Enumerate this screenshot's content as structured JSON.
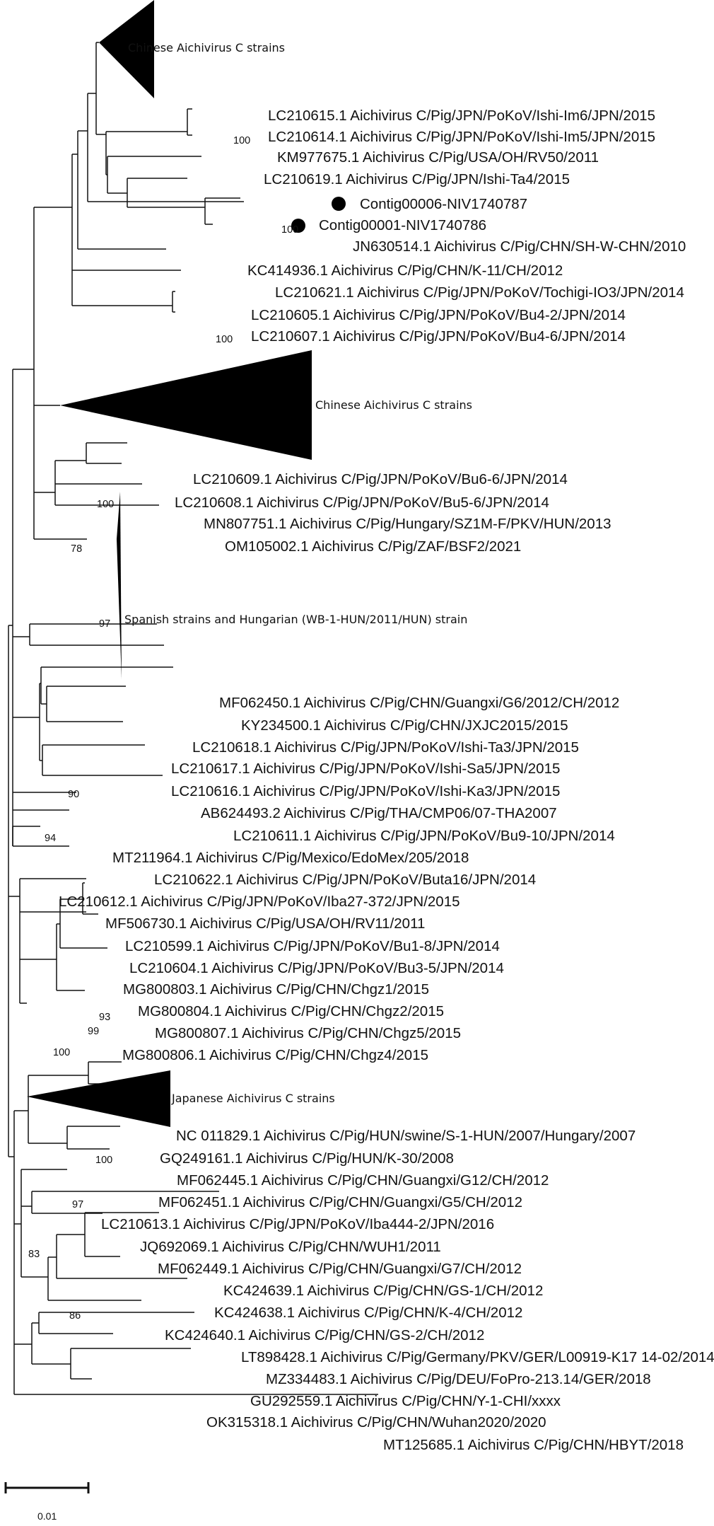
{
  "collapsed_clades": [
    {
      "label": "Chinese Aichivirus C strains"
    },
    {
      "label": "Chinese Aichivirus C strains"
    },
    {
      "label": "Spanish strains and Hungarian (WB-1-HUN/2011/HUN) strain"
    },
    {
      "label": "Japanese Aichivirus C strains"
    }
  ],
  "leaves": [
    {
      "label": "LC210615.1 Aichivirus C/Pig/JPN/PoKoV/Ishi-Im6/JPN/2015"
    },
    {
      "label": "LC210614.1 Aichivirus C/Pig/JPN/PoKoV/Ishi-Im5/JPN/2015"
    },
    {
      "label": "KM977675.1 Aichivirus C/Pig/USA/OH/RV50/2011"
    },
    {
      "label": "LC210619.1 Aichivirus C/Pig/JPN/Ishi-Ta4/2015"
    },
    {
      "label": "Contig00006-NIV1740787"
    },
    {
      "label": "Contig00001-NIV1740786"
    },
    {
      "label": "JN630514.1 Aichivirus C/Pig/CHN/SH-W-CHN/2010"
    },
    {
      "label": "KC414936.1 Aichivirus C/Pig/CHN/K-11/CH/2012"
    },
    {
      "label": "LC210621.1 Aichivirus C/Pig/JPN/PoKoV/Tochigi-IO3/JPN/2014"
    },
    {
      "label": "LC210605.1 Aichivirus C/Pig/JPN/PoKoV/Bu4-2/JPN/2014"
    },
    {
      "label": "LC210607.1 Aichivirus C/Pig/JPN/PoKoV/Bu4-6/JPN/2014"
    },
    {
      "label": "LC210609.1 Aichivirus C/Pig/JPN/PoKoV/Bu6-6/JPN/2014"
    },
    {
      "label": "LC210608.1 Aichivirus C/Pig/JPN/PoKoV/Bu5-6/JPN/2014"
    },
    {
      "label": "MN807751.1 Aichivirus C/Pig/Hungary/SZ1M-F/PKV/HUN/2013"
    },
    {
      "label": "OM105002.1 Aichivirus C/Pig/ZAF/BSF2/2021"
    },
    {
      "label": "MF062450.1 Aichivirus C/Pig/CHN/Guangxi/G6/2012/CH/2012"
    },
    {
      "label": "KY234500.1 Aichivirus C/Pig/CHN/JXJC2015/2015"
    },
    {
      "label": "LC210618.1 Aichivirus C/Pig/JPN/PoKoV/Ishi-Ta3/JPN/2015"
    },
    {
      "label": "LC210617.1 Aichivirus C/Pig/JPN/PoKoV/Ishi-Sa5/JPN/2015"
    },
    {
      "label": "LC210616.1 Aichivirus C/Pig/JPN/PoKoV/Ishi-Ka3/JPN/2015"
    },
    {
      "label": "AB624493.2 Aichivirus C/Pig/THA/CMP06/07-THA2007"
    },
    {
      "label": "LC210611.1 Aichivirus C/Pig/JPN/PoKoV/Bu9-10/JPN/2014"
    },
    {
      "label": "MT211964.1 Aichivirus C/Pig/Mexico/EdoMex/205/2018"
    },
    {
      "label": "LC210622.1 Aichivirus C/Pig/JPN/PoKoV/Buta16/JPN/2014"
    },
    {
      "label": "LC210612.1 Aichivirus C/Pig/JPN/PoKoV/Iba27-372/JPN/2015"
    },
    {
      "label": "MF506730.1 Aichivirus C/Pig/USA/OH/RV11/2011"
    },
    {
      "label": "LC210599.1 Aichivirus C/Pig/JPN/PoKoV/Bu1-8/JPN/2014"
    },
    {
      "label": "LC210604.1 Aichivirus C/Pig/JPN/PoKoV/Bu3-5/JPN/2014"
    },
    {
      "label": "MG800803.1 Aichivirus C/Pig/CHN/Chgz1/2015"
    },
    {
      "label": "MG800804.1 Aichivirus C/Pig/CHN/Chgz2/2015"
    },
    {
      "label": "MG800807.1 Aichivirus C/Pig/CHN/Chgz5/2015"
    },
    {
      "label": "MG800806.1 Aichivirus C/Pig/CHN/Chgz4/2015"
    },
    {
      "label": "NC 011829.1 Aichivirus C/Pig/HUN/swine/S-1-HUN/2007/Hungary/2007"
    },
    {
      "label": "GQ249161.1 Aichivirus C/Pig/HUN/K-30/2008"
    },
    {
      "label": "MF062445.1 Aichivirus C/Pig/CHN/Guangxi/G12/CH/2012"
    },
    {
      "label": "MF062451.1 Aichivirus C/Pig/CHN/Guangxi/G5/CH/2012"
    },
    {
      "label": "LC210613.1 Aichivirus C/Pig/JPN/PoKoV/Iba444-2/JPN/2016"
    },
    {
      "label": "JQ692069.1 Aichivirus C/Pig/CHN/WUH1/2011"
    },
    {
      "label": "MF062449.1 Aichivirus C/Pig/CHN/Guangxi/G7/CH/2012"
    },
    {
      "label": "KC424639.1 Aichivirus C/Pig/CHN/GS-1/CH/2012"
    },
    {
      "label": "KC424638.1 Aichivirus C/Pig/CHN/K-4/CH/2012"
    },
    {
      "label": "KC424640.1 Aichivirus C/Pig/CHN/GS-2/CH/2012"
    },
    {
      "label": "LT898428.1 Aichivirus C/Pig/Germany/PKV/GER/L00919-K17 14-02/2014"
    },
    {
      "label": "MZ334483.1 Aichivirus C/Pig/DEU/FoPro-213.14/GER/2018"
    },
    {
      "label": "GU292559.1 Aichivirus C/Pig/CHN/Y-1-CHI/xxxx"
    },
    {
      "label": "OK315318.1 Aichivirus C/Pig/CHN/Wuhan2020/2020"
    },
    {
      "label": "MT125685.1 Aichivirus C/Pig/CHN/HBYT/2018"
    }
  ],
  "bootstrap_values": [
    "100",
    "100",
    "100",
    "100",
    "78",
    "97",
    "90",
    "94",
    "93",
    "99",
    "100",
    "100",
    "97",
    "83",
    "86"
  ],
  "scale_bar": {
    "label": "0.01"
  }
}
